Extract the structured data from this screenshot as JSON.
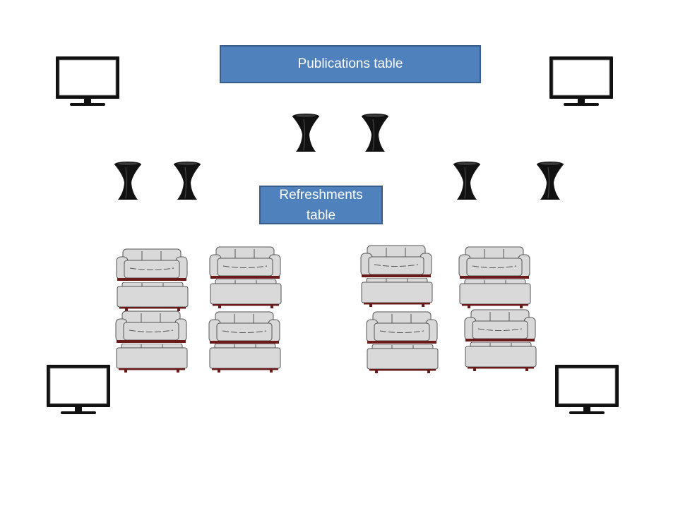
{
  "colors": {
    "label_fill": "#4f81bd",
    "label_border": "#385d8a",
    "label_text": "#ffffff",
    "sofa_fill": "#d9d9d9",
    "sofa_stroke": "#555555",
    "sofa_base": "#6b1a1a",
    "monitor_frame": "#111111",
    "table_fill": "#111111"
  },
  "labels": {
    "publications": "Publications table",
    "refreshments_line1": "Refreshments",
    "refreshments_line2": "table"
  },
  "icons": {
    "monitor": "monitor-icon",
    "cocktail_table": "cocktail-table-icon",
    "sofa": "sofa-icon"
  }
}
